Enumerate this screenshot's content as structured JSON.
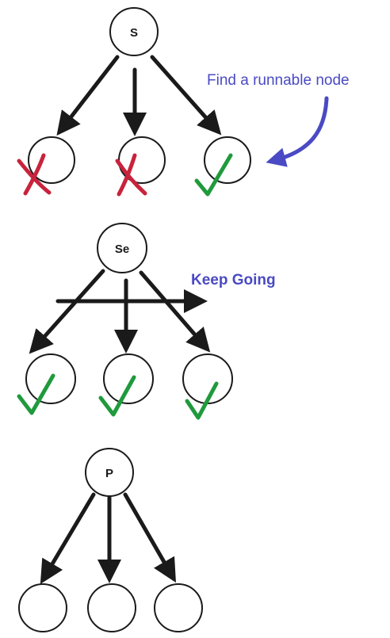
{
  "colors": {
    "stroke": "#1a1a1a",
    "annotation": "#4a4ac4",
    "fail": "#c8233c",
    "success": "#1f9a3c"
  },
  "trees": [
    {
      "root_label": "S",
      "children_status": [
        "fail",
        "fail",
        "success"
      ],
      "annotation": "Find a runnable node"
    },
    {
      "root_label": "Se",
      "children_status": [
        "success",
        "success",
        "success"
      ],
      "annotation": "Keep Going"
    },
    {
      "root_label": "P",
      "children_status": [
        "none",
        "none",
        "none"
      ],
      "annotation": ""
    }
  ],
  "icons": {
    "fail": "cross-icon",
    "success": "check-icon"
  }
}
